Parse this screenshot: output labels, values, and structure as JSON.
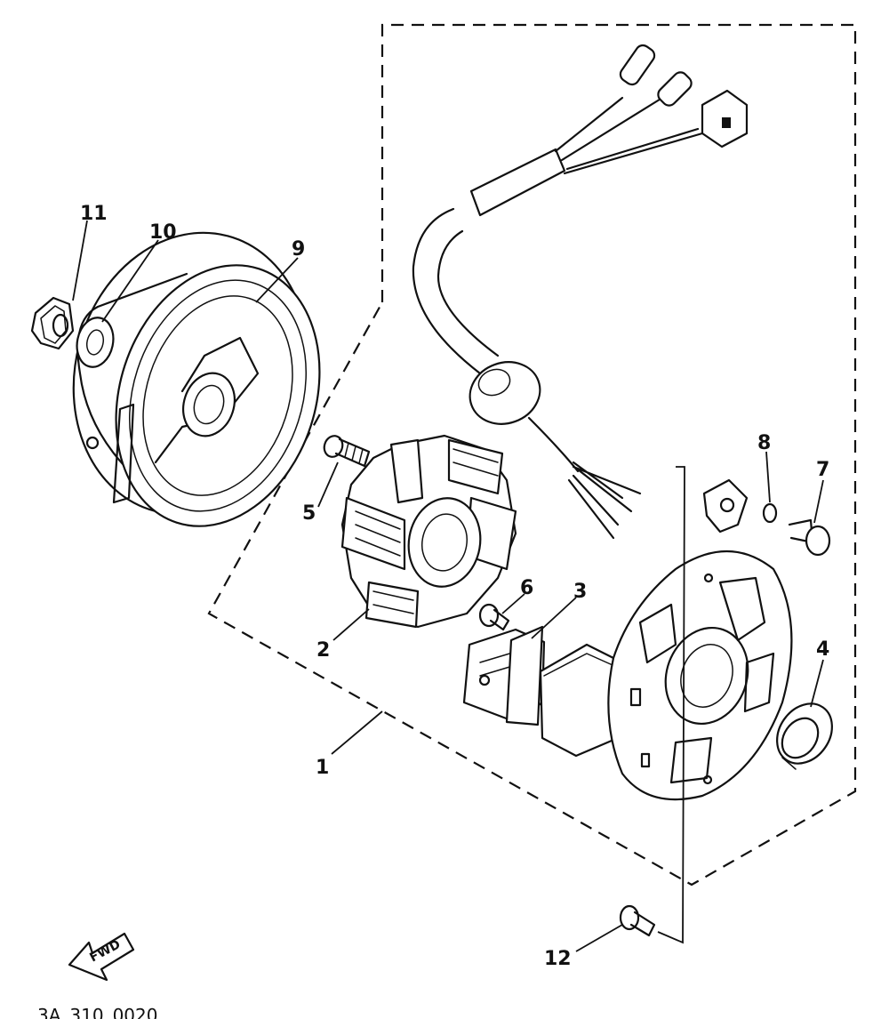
{
  "diagram": {
    "callouts": [
      {
        "id": "1",
        "label": "1"
      },
      {
        "id": "2",
        "label": "2"
      },
      {
        "id": "3",
        "label": "3"
      },
      {
        "id": "4",
        "label": "4"
      },
      {
        "id": "5",
        "label": "5"
      },
      {
        "id": "6",
        "label": "6"
      },
      {
        "id": "7",
        "label": "7"
      },
      {
        "id": "8",
        "label": "8"
      },
      {
        "id": "9",
        "label": "9"
      },
      {
        "id": "10",
        "label": "10"
      },
      {
        "id": "11",
        "label": "11"
      },
      {
        "id": "12",
        "label": "12"
      }
    ],
    "fwd_arrow_label": "FWD",
    "footer_code": "3A_310_0020"
  }
}
